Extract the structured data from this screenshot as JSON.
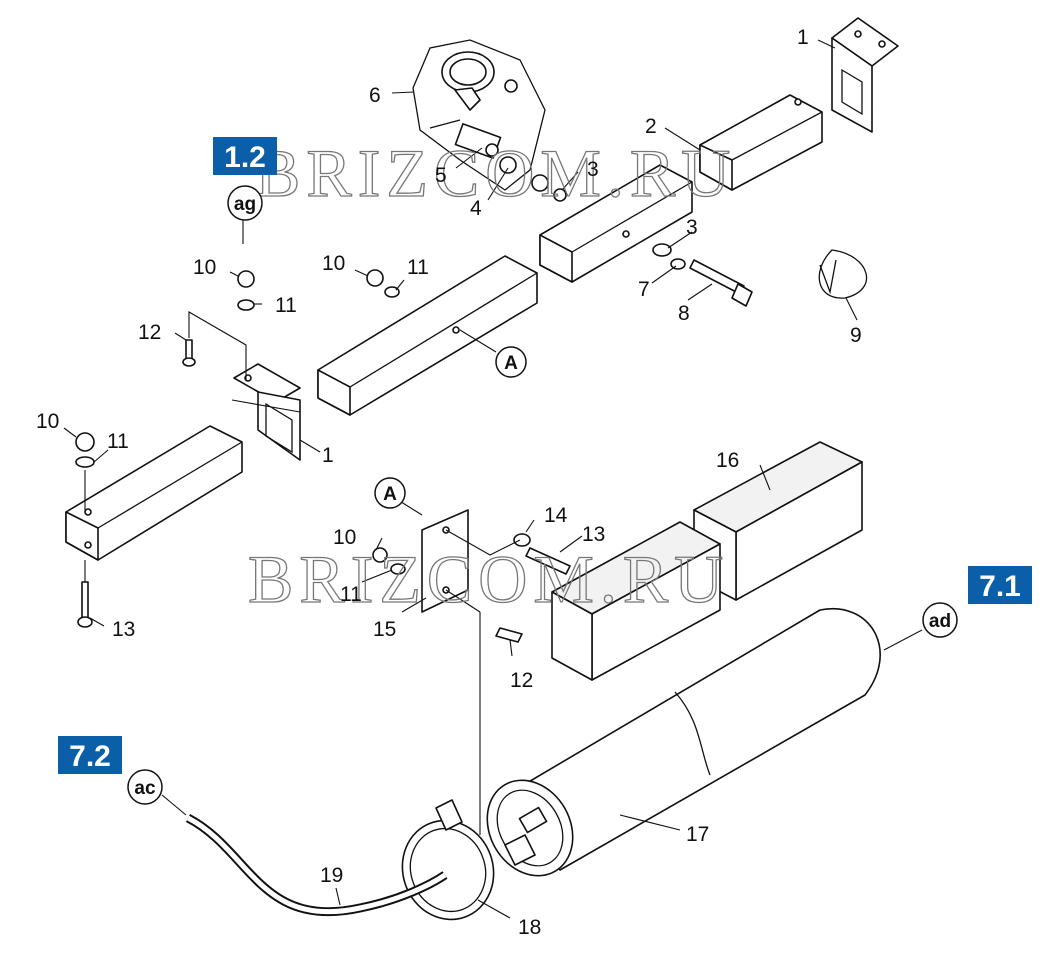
{
  "callouts": [
    {
      "id": "c1a",
      "text": "1"
    },
    {
      "id": "c1b",
      "text": "1"
    },
    {
      "id": "c2",
      "text": "2"
    },
    {
      "id": "c3a",
      "text": "3"
    },
    {
      "id": "c3b",
      "text": "3"
    },
    {
      "id": "c4",
      "text": "4"
    },
    {
      "id": "c5",
      "text": "5"
    },
    {
      "id": "c6",
      "text": "6"
    },
    {
      "id": "c7",
      "text": "7"
    },
    {
      "id": "c8",
      "text": "8"
    },
    {
      "id": "c9",
      "text": "9"
    },
    {
      "id": "c10a",
      "text": "10"
    },
    {
      "id": "c10b",
      "text": "10"
    },
    {
      "id": "c10c",
      "text": "10"
    },
    {
      "id": "c10d",
      "text": "10"
    },
    {
      "id": "c11a",
      "text": "11"
    },
    {
      "id": "c11b",
      "text": "11"
    },
    {
      "id": "c11c",
      "text": "11"
    },
    {
      "id": "c11d",
      "text": "11"
    },
    {
      "id": "c12a",
      "text": "12"
    },
    {
      "id": "c12b",
      "text": "12"
    },
    {
      "id": "c13a",
      "text": "13"
    },
    {
      "id": "c13b",
      "text": "13"
    },
    {
      "id": "c14",
      "text": "14"
    },
    {
      "id": "c15",
      "text": "15"
    },
    {
      "id": "c16",
      "text": "16"
    },
    {
      "id": "c17",
      "text": "17"
    },
    {
      "id": "c18",
      "text": "18"
    },
    {
      "id": "c19",
      "text": "19"
    }
  ],
  "references": [
    {
      "id": "ref-1-2",
      "text": "1.2"
    },
    {
      "id": "ref-7-1",
      "text": "7.1"
    },
    {
      "id": "ref-7-2",
      "text": "7.2"
    }
  ],
  "connectors": [
    {
      "id": "conn-ag",
      "text": "ag"
    },
    {
      "id": "conn-ad",
      "text": "ad"
    },
    {
      "id": "conn-ac",
      "text": "ac"
    },
    {
      "id": "conn-A1",
      "text": "A"
    },
    {
      "id": "conn-A2",
      "text": "A"
    }
  ],
  "watermark": [
    "BRIZCOM.RU",
    "BRIZCOM.RU"
  ],
  "colors": {
    "reference_box": "#0a5fa8",
    "line": "#111111",
    "watermark": "#777777"
  }
}
